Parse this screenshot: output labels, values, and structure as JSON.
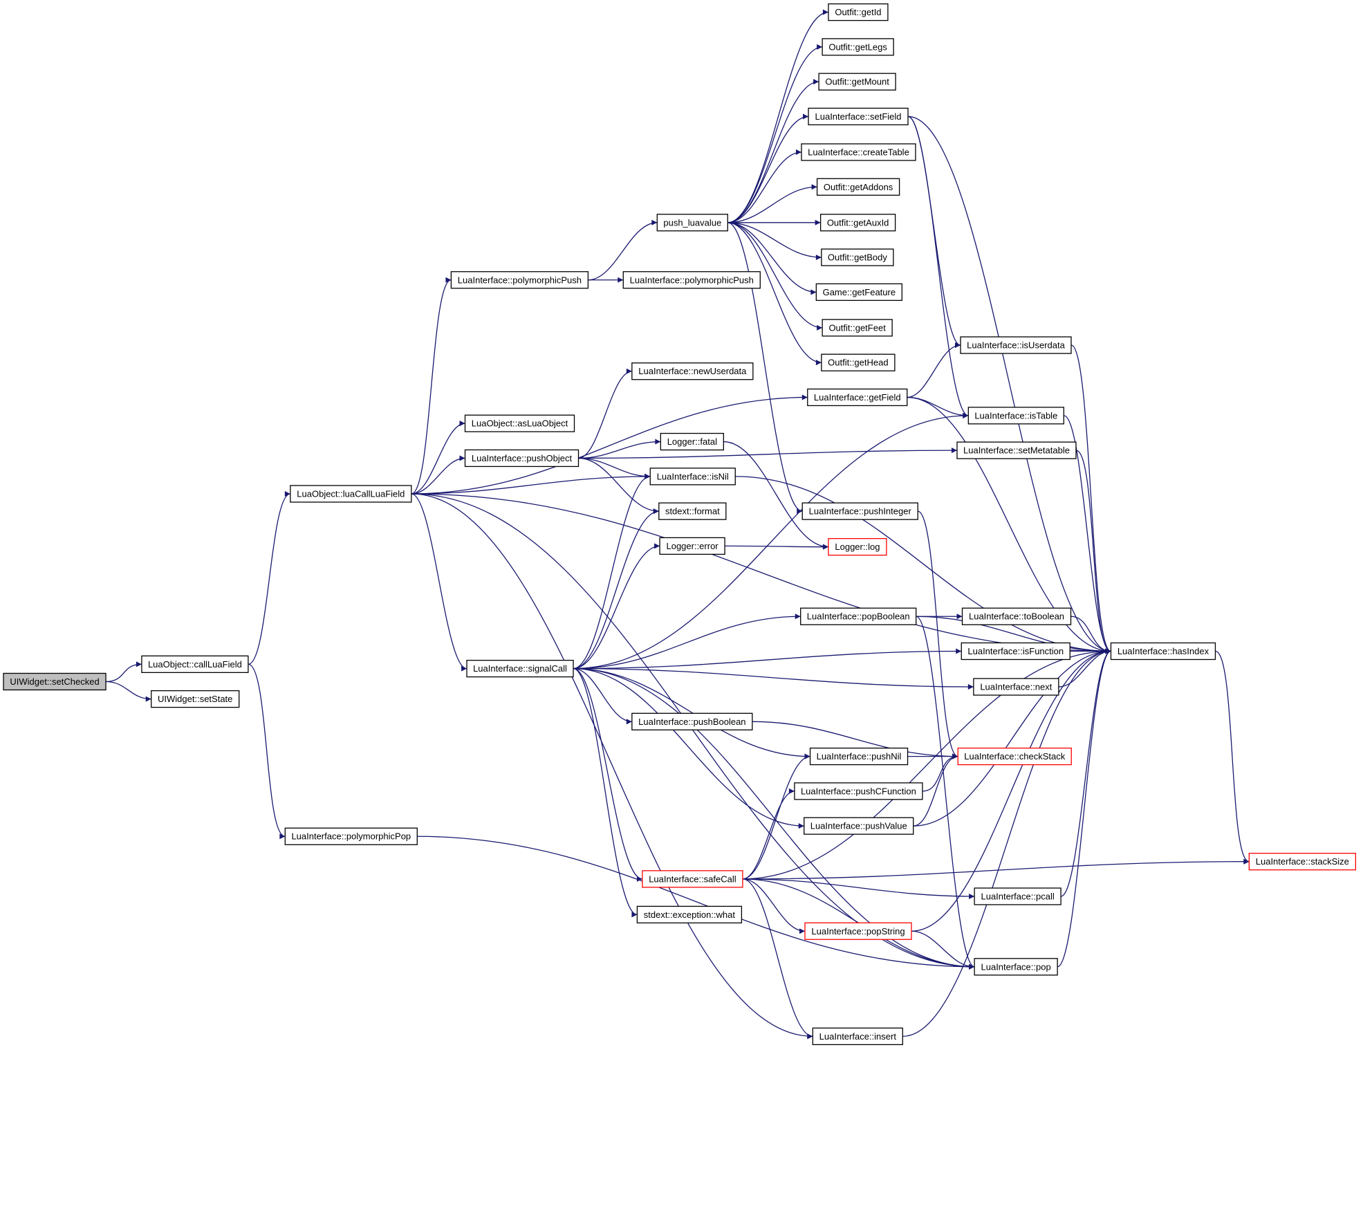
{
  "colors": {
    "edge": "#191970",
    "node_border": "#000000",
    "node_fill": "#ffffff",
    "root_fill": "#bfbfbf",
    "truncated_border": "#ff0000"
  },
  "nodes": [
    {
      "id": "setChecked",
      "label": "UIWidget::setChecked",
      "style": "root"
    },
    {
      "id": "callLuaField",
      "label": "LuaObject::callLuaField",
      "style": "normal"
    },
    {
      "id": "setState",
      "label": "UIWidget::setState",
      "style": "normal"
    },
    {
      "id": "luaCallLuaField",
      "label": "LuaObject::luaCallLuaField",
      "style": "normal"
    },
    {
      "id": "polymorphicPop",
      "label": "LuaInterface::polymorphicPop",
      "style": "normal"
    },
    {
      "id": "polymorphicPush1",
      "label": "LuaInterface::polymorphicPush",
      "style": "normal"
    },
    {
      "id": "asLuaObject",
      "label": "LuaObject::asLuaObject",
      "style": "normal"
    },
    {
      "id": "pushObject",
      "label": "LuaInterface::pushObject",
      "style": "normal"
    },
    {
      "id": "signalCall",
      "label": "LuaInterface::signalCall",
      "style": "normal"
    },
    {
      "id": "push_luavalue",
      "label": "push_luavalue",
      "style": "normal"
    },
    {
      "id": "polymorphicPush2",
      "label": "LuaInterface::polymorphicPush",
      "style": "normal"
    },
    {
      "id": "newUserdata",
      "label": "LuaInterface::newUserdata",
      "style": "normal"
    },
    {
      "id": "fatal",
      "label": "Logger::fatal",
      "style": "normal"
    },
    {
      "id": "isNil",
      "label": "LuaInterface::isNil",
      "style": "normal"
    },
    {
      "id": "format",
      "label": "stdext::format",
      "style": "normal"
    },
    {
      "id": "error",
      "label": "Logger::error",
      "style": "normal"
    },
    {
      "id": "pushBoolean",
      "label": "LuaInterface::pushBoolean",
      "style": "normal"
    },
    {
      "id": "safeCall",
      "label": "LuaInterface::safeCall",
      "style": "truncated"
    },
    {
      "id": "exceptionWhat",
      "label": "stdext::exception::what",
      "style": "normal"
    },
    {
      "id": "getId",
      "label": "Outfit::getId",
      "style": "normal"
    },
    {
      "id": "getLegs",
      "label": "Outfit::getLegs",
      "style": "normal"
    },
    {
      "id": "getMount",
      "label": "Outfit::getMount",
      "style": "normal"
    },
    {
      "id": "setField",
      "label": "LuaInterface::setField",
      "style": "normal"
    },
    {
      "id": "createTable",
      "label": "LuaInterface::createTable",
      "style": "normal"
    },
    {
      "id": "getAddons",
      "label": "Outfit::getAddons",
      "style": "normal"
    },
    {
      "id": "getAuxId",
      "label": "Outfit::getAuxId",
      "style": "normal"
    },
    {
      "id": "getBody",
      "label": "Outfit::getBody",
      "style": "normal"
    },
    {
      "id": "getFeature",
      "label": "Game::getFeature",
      "style": "normal"
    },
    {
      "id": "getFeet",
      "label": "Outfit::getFeet",
      "style": "normal"
    },
    {
      "id": "getHead",
      "label": "Outfit::getHead",
      "style": "normal"
    },
    {
      "id": "getField",
      "label": "LuaInterface::getField",
      "style": "normal"
    },
    {
      "id": "pushInteger",
      "label": "LuaInterface::pushInteger",
      "style": "normal"
    },
    {
      "id": "log",
      "label": "Logger::log",
      "style": "truncated"
    },
    {
      "id": "popBoolean",
      "label": "LuaInterface::popBoolean",
      "style": "normal"
    },
    {
      "id": "pushNil",
      "label": "LuaInterface::pushNil",
      "style": "normal"
    },
    {
      "id": "pushCFunction",
      "label": "LuaInterface::pushCFunction",
      "style": "normal"
    },
    {
      "id": "pushValue",
      "label": "LuaInterface::pushValue",
      "style": "normal"
    },
    {
      "id": "popString",
      "label": "LuaInterface::popString",
      "style": "truncated"
    },
    {
      "id": "insert",
      "label": "LuaInterface::insert",
      "style": "normal"
    },
    {
      "id": "isUserdata",
      "label": "LuaInterface::isUserdata",
      "style": "normal"
    },
    {
      "id": "isTable",
      "label": "LuaInterface::isTable",
      "style": "normal"
    },
    {
      "id": "setMetatable",
      "label": "LuaInterface::setMetatable",
      "style": "normal"
    },
    {
      "id": "toBoolean",
      "label": "LuaInterface::toBoolean",
      "style": "normal"
    },
    {
      "id": "isFunction",
      "label": "LuaInterface::isFunction",
      "style": "normal"
    },
    {
      "id": "next",
      "label": "LuaInterface::next",
      "style": "normal"
    },
    {
      "id": "checkStack",
      "label": "LuaInterface::checkStack",
      "style": "truncated"
    },
    {
      "id": "pcall",
      "label": "LuaInterface::pcall",
      "style": "normal"
    },
    {
      "id": "pop",
      "label": "LuaInterface::pop",
      "style": "normal"
    },
    {
      "id": "hasIndex",
      "label": "LuaInterface::hasIndex",
      "style": "normal"
    },
    {
      "id": "stackSize",
      "label": "LuaInterface::stackSize",
      "style": "truncated"
    }
  ],
  "edges": [
    [
      "setChecked",
      "callLuaField"
    ],
    [
      "setChecked",
      "setState"
    ],
    [
      "callLuaField",
      "luaCallLuaField"
    ],
    [
      "callLuaField",
      "polymorphicPop"
    ],
    [
      "luaCallLuaField",
      "polymorphicPush1"
    ],
    [
      "luaCallLuaField",
      "getField"
    ],
    [
      "luaCallLuaField",
      "asLuaObject"
    ],
    [
      "luaCallLuaField",
      "pushObject"
    ],
    [
      "luaCallLuaField",
      "isNil"
    ],
    [
      "luaCallLuaField",
      "signalCall"
    ],
    [
      "luaCallLuaField",
      "pop"
    ],
    [
      "luaCallLuaField",
      "insert"
    ],
    [
      "luaCallLuaField",
      "hasIndex"
    ],
    [
      "polymorphicPop",
      "pop"
    ],
    [
      "polymorphicPush1",
      "push_luavalue"
    ],
    [
      "polymorphicPush1",
      "polymorphicPush2"
    ],
    [
      "push_luavalue",
      "getId"
    ],
    [
      "push_luavalue",
      "getLegs"
    ],
    [
      "push_luavalue",
      "getMount"
    ],
    [
      "push_luavalue",
      "setField"
    ],
    [
      "push_luavalue",
      "createTable"
    ],
    [
      "push_luavalue",
      "getAddons"
    ],
    [
      "push_luavalue",
      "getAuxId"
    ],
    [
      "push_luavalue",
      "getBody"
    ],
    [
      "push_luavalue",
      "getFeature"
    ],
    [
      "push_luavalue",
      "getFeet"
    ],
    [
      "push_luavalue",
      "getHead"
    ],
    [
      "push_luavalue",
      "pushInteger"
    ],
    [
      "setField",
      "isUserdata"
    ],
    [
      "setField",
      "isTable"
    ],
    [
      "setField",
      "hasIndex"
    ],
    [
      "getField",
      "isUserdata"
    ],
    [
      "getField",
      "isTable"
    ],
    [
      "getField",
      "hasIndex"
    ],
    [
      "pushObject",
      "newUserdata"
    ],
    [
      "pushObject",
      "setMetatable"
    ],
    [
      "pushObject",
      "fatal"
    ],
    [
      "pushObject",
      "isNil"
    ],
    [
      "pushObject",
      "format"
    ],
    [
      "fatal",
      "log"
    ],
    [
      "error",
      "log"
    ],
    [
      "isNil",
      "hasIndex"
    ],
    [
      "pushInteger",
      "checkStack"
    ],
    [
      "signalCall",
      "isNil"
    ],
    [
      "signalCall",
      "format"
    ],
    [
      "signalCall",
      "error"
    ],
    [
      "signalCall",
      "isTable"
    ],
    [
      "signalCall",
      "popBoolean"
    ],
    [
      "signalCall",
      "isFunction"
    ],
    [
      "signalCall",
      "next"
    ],
    [
      "signalCall",
      "pushBoolean"
    ],
    [
      "signalCall",
      "pushNil"
    ],
    [
      "signalCall",
      "pushValue"
    ],
    [
      "signalCall",
      "safeCall"
    ],
    [
      "signalCall",
      "exceptionWhat"
    ],
    [
      "signalCall",
      "pop"
    ],
    [
      "popBoolean",
      "toBoolean"
    ],
    [
      "popBoolean",
      "hasIndex"
    ],
    [
      "popBoolean",
      "pop"
    ],
    [
      "pushBoolean",
      "checkStack"
    ],
    [
      "pushNil",
      "checkStack"
    ],
    [
      "pushCFunction",
      "checkStack"
    ],
    [
      "pushValue",
      "checkStack"
    ],
    [
      "pushValue",
      "hasIndex"
    ],
    [
      "safeCall",
      "pushNil"
    ],
    [
      "safeCall",
      "pushCFunction"
    ],
    [
      "safeCall",
      "hasIndex"
    ],
    [
      "safeCall",
      "pcall"
    ],
    [
      "safeCall",
      "popString"
    ],
    [
      "safeCall",
      "pop"
    ],
    [
      "safeCall",
      "insert"
    ],
    [
      "safeCall",
      "stackSize"
    ],
    [
      "popString",
      "pop"
    ],
    [
      "popString",
      "hasIndex"
    ],
    [
      "insert",
      "hasIndex"
    ],
    [
      "isUserdata",
      "hasIndex"
    ],
    [
      "isTable",
      "hasIndex"
    ],
    [
      "setMetatable",
      "hasIndex"
    ],
    [
      "toBoolean",
      "hasIndex"
    ],
    [
      "isFunction",
      "hasIndex"
    ],
    [
      "next",
      "hasIndex"
    ],
    [
      "pcall",
      "hasIndex"
    ],
    [
      "pop",
      "hasIndex"
    ],
    [
      "hasIndex",
      "stackSize"
    ]
  ]
}
